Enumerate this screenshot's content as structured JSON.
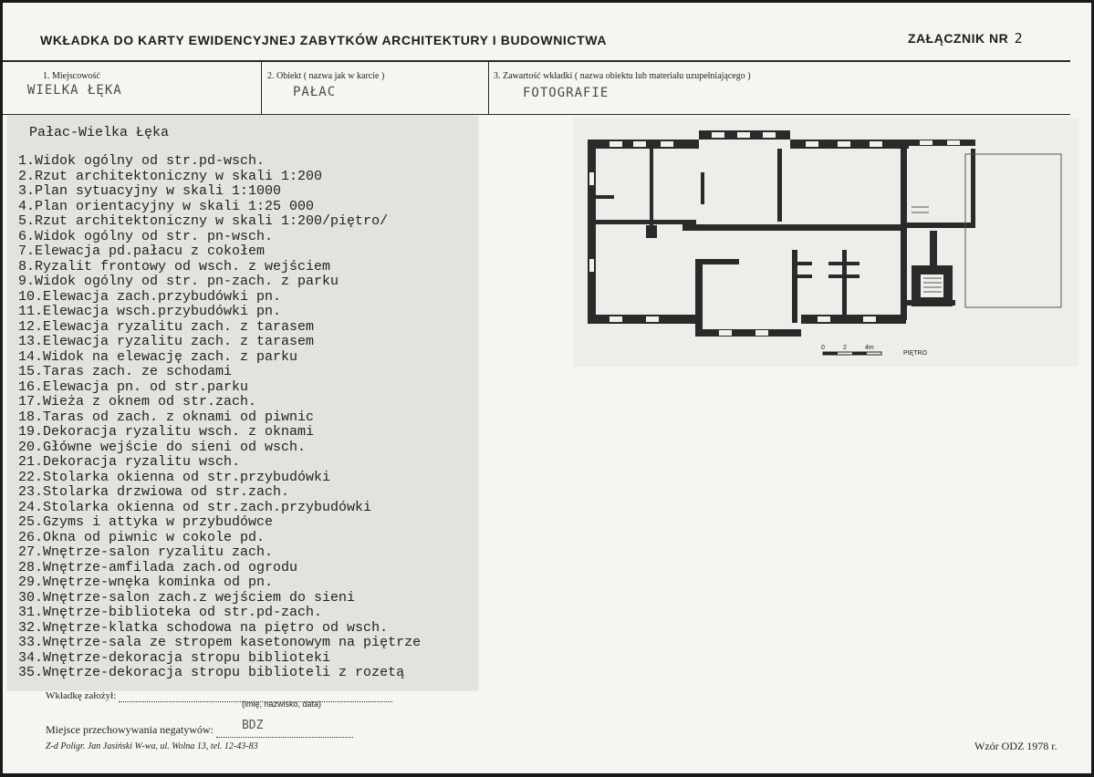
{
  "header": {
    "title": "WKŁADKA DO KARTY EWIDENCYJNEJ ZABYTKÓW ARCHITEKTURY I BUDOWNICTWA",
    "annex_label": "ZAŁĄCZNIK NR",
    "annex_number": "2"
  },
  "fields": [
    {
      "label": "1. Miejscowość",
      "value": "WIELKA  ŁĘKA"
    },
    {
      "label": "2. Obiekt ( nazwa jak w karcie )",
      "value": "PAŁAC"
    },
    {
      "label": "3. Zawartość wkładki ( nazwa obiektu lub materiału uzupełniającego )",
      "value": "FOTOGRAFIE"
    }
  ],
  "typed_sheet": {
    "title": "Pałac-Wielka Łęka",
    "items": [
      "1.Widok ogólny od str.pd-wsch.",
      "2.Rzut architektoniczny w skali 1:200",
      "3.Plan sytuacyjny w skali 1:1000",
      "4.Plan orientacyjny w skali 1:25 000",
      "5.Rzut architektoniczny w skali 1:200/piętro/",
      "6.Widok ogólny od str. pn-wsch.",
      "7.Elewacja pd.pałacu z cokołem",
      "8.Ryzalit frontowy od wsch. z wejściem",
      "9.Widok ogólny od str. pn-zach. z parku",
      "10.Elewacja zach.przybudówki pn.",
      "11.Elewacja wsch.przybudówki pn.",
      "12.Elewacja ryzalitu zach. z tarasem",
      "13.Elewacja ryzalitu zach. z tarasem",
      "14.Widok na elewację zach. z parku",
      "15.Taras zach. ze schodami",
      "16.Elewacja pn. od str.parku",
      "17.Wieża z oknem od str.zach.",
      "18.Taras od zach. z oknami od piwnic",
      "19.Dekoracja ryzalitu wsch. z oknami",
      "20.Główne wejście do sieni od wsch.",
      "21.Dekoracja ryzalitu wsch.",
      "22.Stolarka okienna od str.przybudówki",
      "23.Stolarka drzwiowa od str.zach.",
      "24.Stolarka okienna od str.zach.przybudówki",
      "25.Gzyms i attyka w przybudówce",
      "26.Okna od piwnic w cokole pd.",
      "27.Wnętrze-salon ryzalitu zach.",
      "28.Wnętrze-amfilada zach.od ogrodu",
      "29.Wnętrze-wnęka kominka od pn.",
      "30.Wnętrze-salon zach.z wejściem do sieni",
      "31.Wnętrze-biblioteka od str.pd-zach.",
      "32.Wnętrze-klatka schodowa na piętro od wsch.",
      "33.Wnętrze-sala ze stropem kasetonowym na piętrze",
      "34.Wnętrze-dekoracja stropu biblioteki",
      "35.Wnętrze-dekoracja stropu biblioteli z rozetą"
    ]
  },
  "plan": {
    "floor_label": "PIĘTRO"
  },
  "footer": {
    "compiled_by_label": "Wkładkę założył:",
    "compiled_by_caption": "(imię, nazwisko, data)",
    "negatives_label": "Miejsce przechowywania negatywów:",
    "negatives_value": "BDZ",
    "imprint": "Z-d Poligr. Jan Jasiński W-wa, ul. Wolna 13, tel. 12-43-83",
    "model": "Wzór ODZ 1978 r."
  }
}
